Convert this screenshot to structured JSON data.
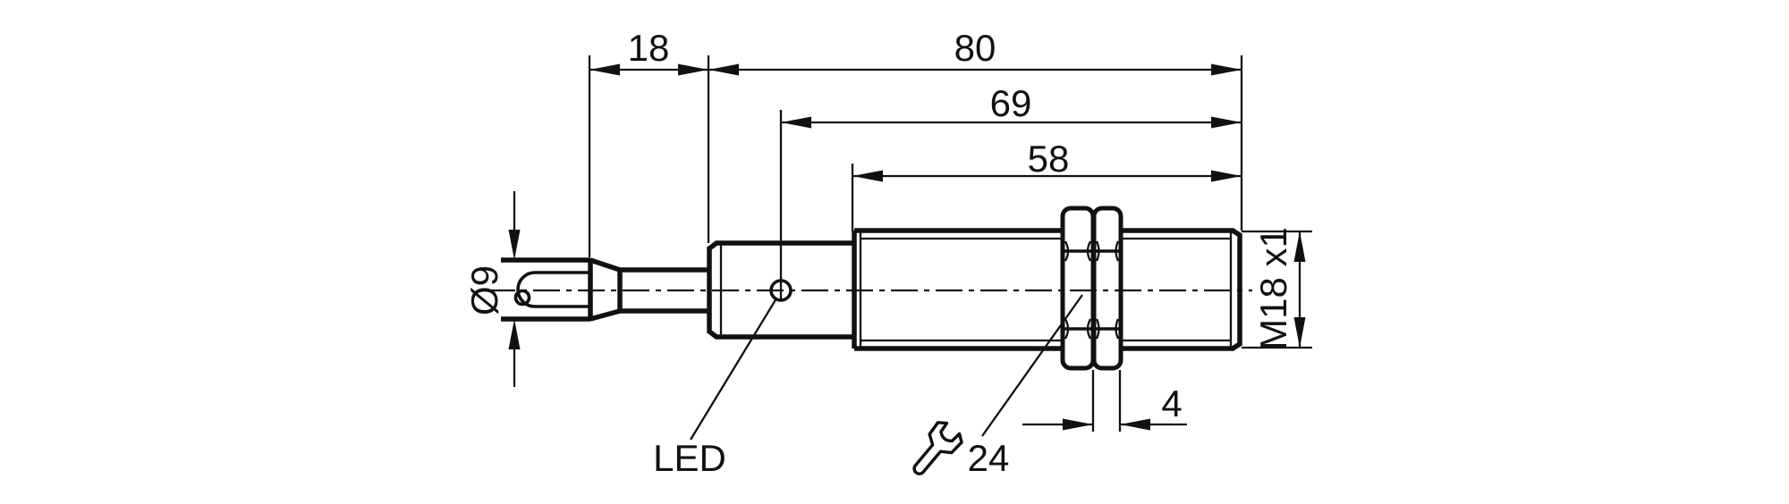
{
  "drawing": {
    "type": "technical-dimension-drawing",
    "subject": "inductive-sensor-M18-with-cable",
    "background": "#ffffff",
    "stroke_color": "#111111",
    "labels": {
      "rear_section_length": "18",
      "total_length": "80",
      "led_distance": "69",
      "thread_length": "58",
      "nut_width": "4",
      "cable_diameter": "Ø9",
      "thread_designation": "M18 x1",
      "wrench_size": "24",
      "led": "LED"
    }
  }
}
